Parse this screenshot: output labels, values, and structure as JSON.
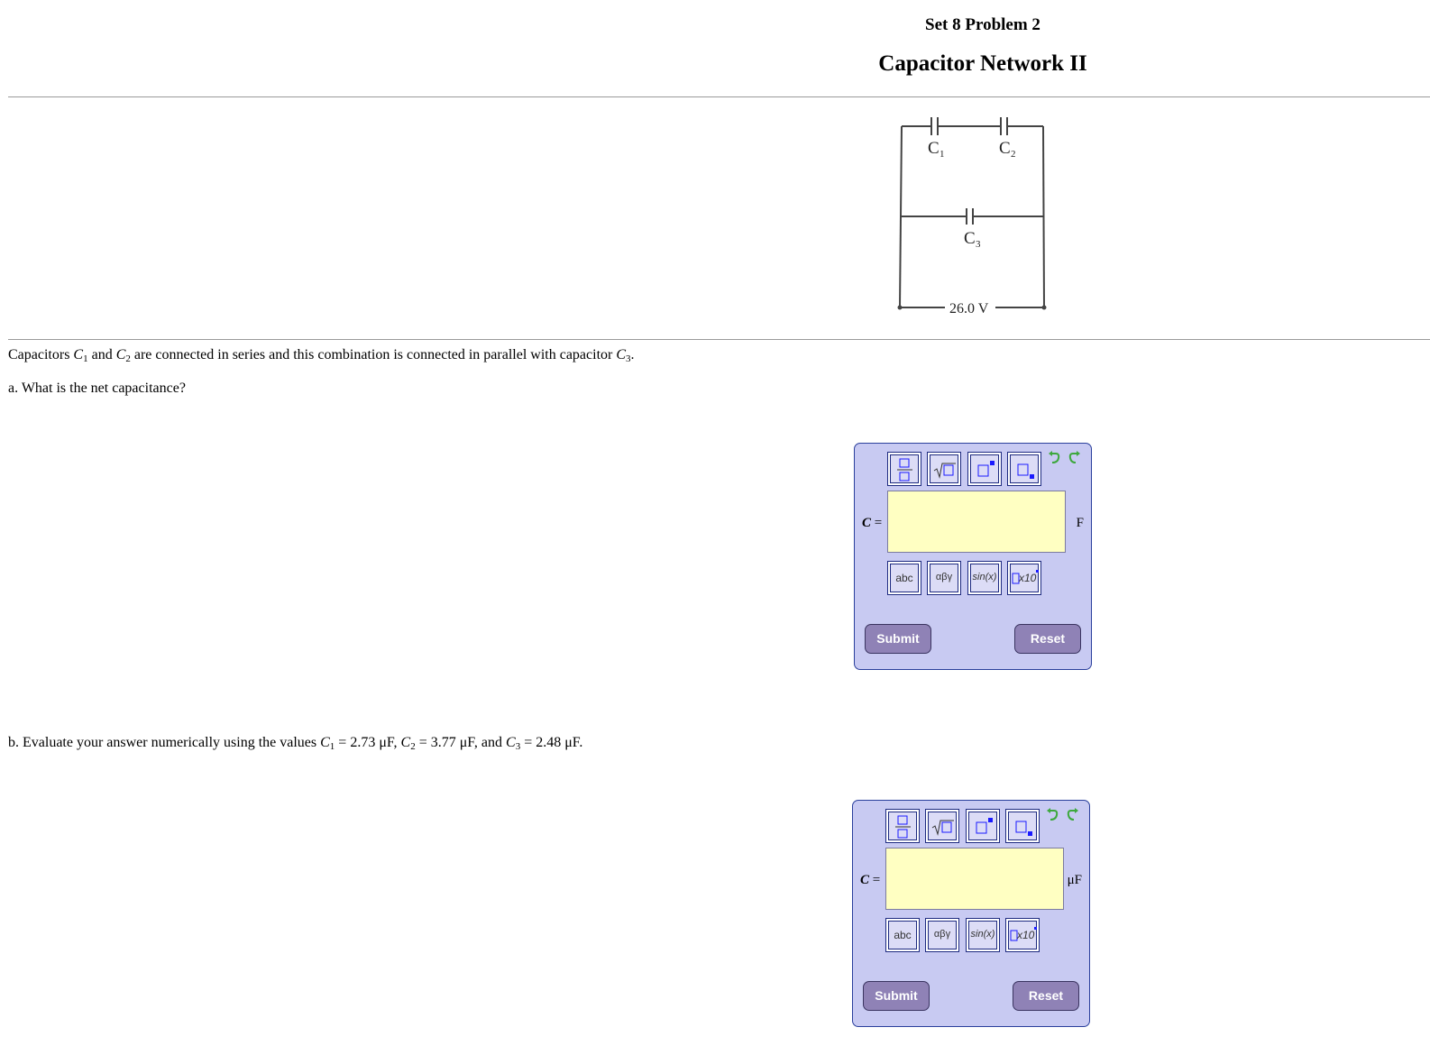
{
  "header": {
    "set_title": "Set 8 Problem 2",
    "page_title": "Capacitor Network II"
  },
  "circuit": {
    "c1_label": "C",
    "c1_sub": "1",
    "c2_label": "C",
    "c2_sub": "2",
    "c3_label": "C",
    "c3_sub": "3",
    "voltage_label": "26.0 V"
  },
  "problem": {
    "statement": {
      "t1": "Capacitors ",
      "c1": "C",
      "c1_sub": "1",
      "t2": " and ",
      "c2": "C",
      "c2_sub": "2",
      "t3": " are connected in series and this combination is connected in parallel with capacitor ",
      "c3": "C",
      "c3_sub": "3",
      "t4": "."
    },
    "part_a": "a. What is the net capacitance?",
    "part_b": {
      "t1": "b. Evaluate your answer numerically using the values ",
      "c1": "C",
      "c1_sub": "1",
      "v1": " = 2.73 μF, ",
      "c2": "C",
      "c2_sub": "2",
      "v2": " = 3.77 μF, and ",
      "c3": "C",
      "c3_sub": "3",
      "v3": " = 2.48 μF."
    }
  },
  "answer_a": {
    "variable": "C",
    "equals": " =",
    "value": "",
    "unit": "F",
    "tools": {
      "abc": "abc",
      "greek": "αβγ",
      "trig": "sin(x)",
      "sci": "x10"
    },
    "submit_label": "Submit",
    "reset_label": "Reset"
  },
  "answer_b": {
    "variable": "C",
    "equals": " =",
    "value": "",
    "unit": "μF",
    "tools": {
      "abc": "abc",
      "greek": "αβγ",
      "trig": "sin(x)",
      "sci": "x10"
    },
    "submit_label": "Submit",
    "reset_label": "Reset"
  },
  "colors": {
    "panel_bg": "#c8caf2",
    "answer_bg": "#ffffc2",
    "button_bg": "#8f82b6",
    "icon_blue": "#1a1aff",
    "arrow_green": "#3da83d"
  }
}
